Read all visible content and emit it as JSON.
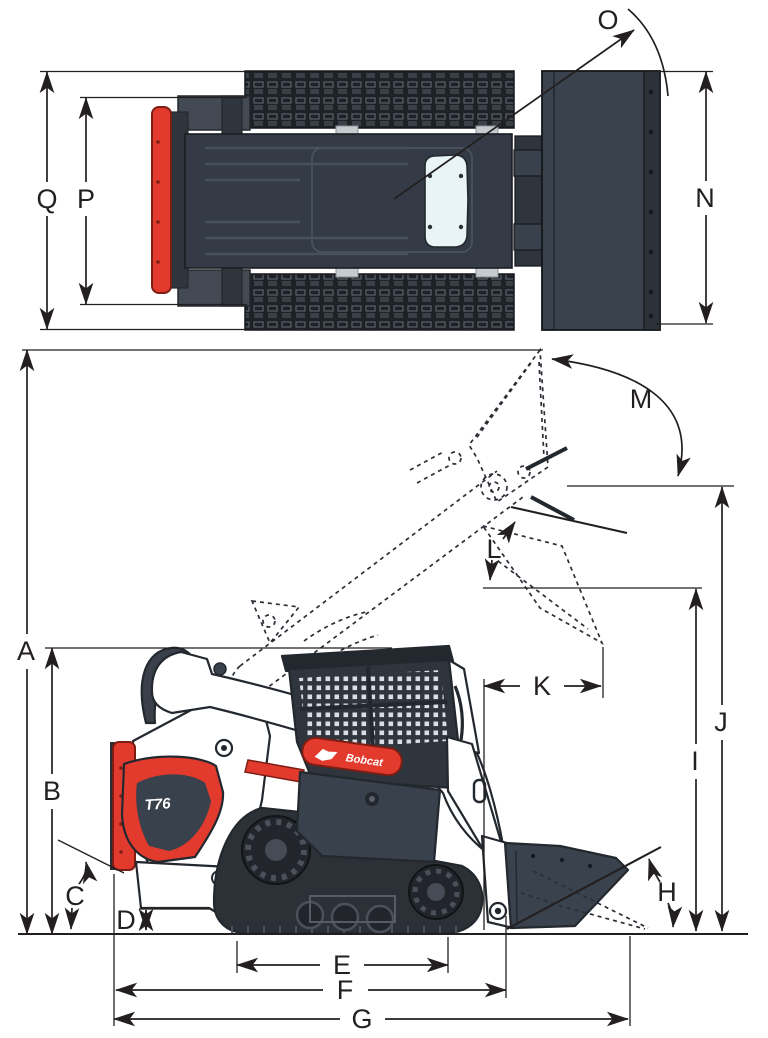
{
  "diagram": {
    "type": "equipment-dimension-diagram",
    "machine": {
      "brand_logo": "Bobcat",
      "model_badge": "T76"
    },
    "views": {
      "top_view": {
        "dimension_labels": [
          "N",
          "O",
          "P",
          "Q"
        ]
      },
      "side_view": {
        "dimension_labels": [
          "A",
          "B",
          "C",
          "D",
          "E",
          "F",
          "G",
          "H",
          "I",
          "J",
          "K",
          "L",
          "M"
        ]
      }
    }
  },
  "labels": {
    "A": "A",
    "B": "B",
    "C": "C",
    "D": "D",
    "E": "E",
    "F": "F",
    "G": "G",
    "H": "H",
    "I": "I",
    "J": "J",
    "K": "K",
    "L": "L",
    "M": "M",
    "N": "N",
    "O": "O",
    "P": "P",
    "Q": "Q"
  },
  "icons": {
    "bobcat_head_icon": "white bobcat head silhouette on red oval stripe"
  },
  "colors": {
    "accent_red": "#e23b2e",
    "dark_red": "#7e1d14",
    "body_dark_gray": "#39414c",
    "track_black": "#20242a",
    "windshield_blue": "#e9f4f7",
    "line_black": "#231f20",
    "machine_white": "#ffffff"
  }
}
